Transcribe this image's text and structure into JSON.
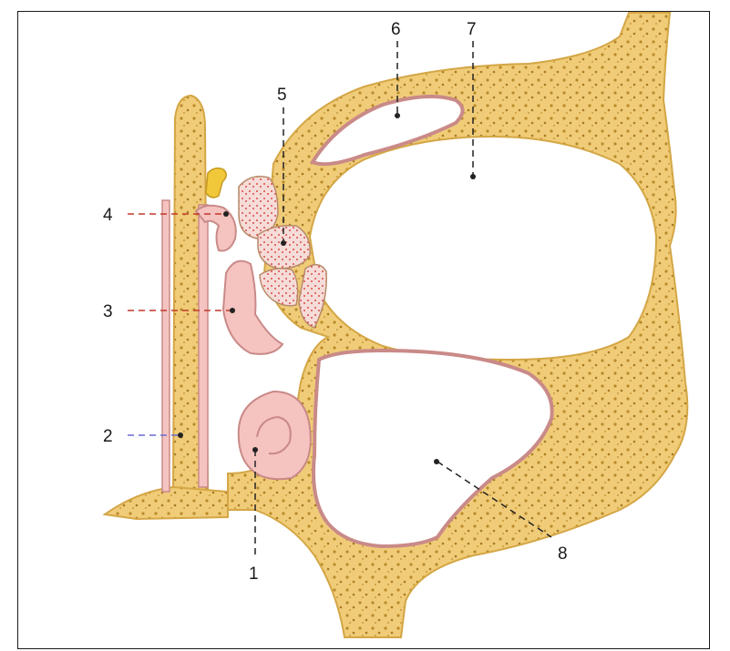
{
  "figure": {
    "colors": {
      "bone": "#f2d38a",
      "bone_stroke": "#d4a645",
      "marrow": "#b98a2a",
      "mucosa": "#f5c3c0",
      "mucosa_stroke": "#c98a88",
      "ethmoid_cells": "#f6dcd8",
      "ethmoid_dots": "#d0231e",
      "cavity": "#ffffff",
      "nasal_septum_cartilage": "#f1c83a",
      "leader_line": "#222222"
    },
    "labels": [
      {
        "id": "label-1",
        "text": "1",
        "leader_color": "#222222"
      },
      {
        "id": "label-2",
        "text": "2",
        "leader_color": "#6a6ad0"
      },
      {
        "id": "label-3",
        "text": "3",
        "leader_color": "#c0392b"
      },
      {
        "id": "label-4",
        "text": "4",
        "leader_color": "#c0392b"
      },
      {
        "id": "label-5",
        "text": "5",
        "leader_color": "#222222"
      },
      {
        "id": "label-6",
        "text": "6",
        "leader_color": "#222222"
      },
      {
        "id": "label-7",
        "text": "7",
        "leader_color": "#222222"
      },
      {
        "id": "label-8",
        "text": "8",
        "leader_color": "#222222"
      }
    ]
  }
}
